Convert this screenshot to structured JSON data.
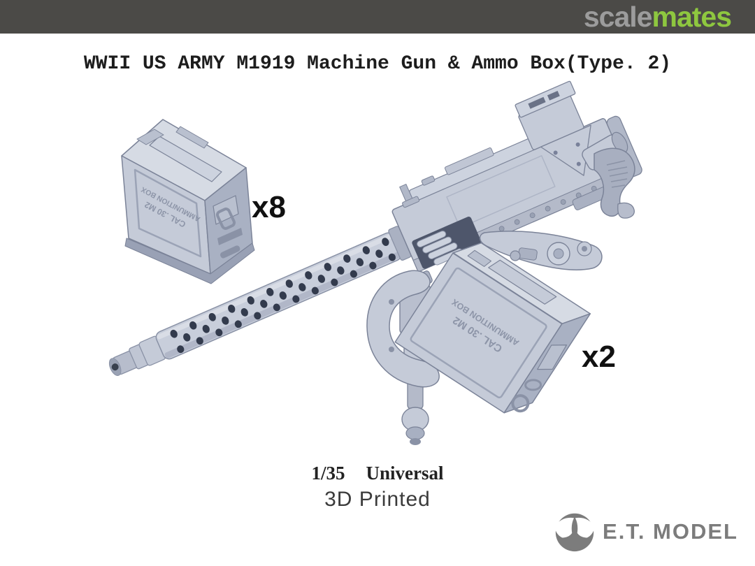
{
  "header": {
    "logo_scale": "scale",
    "logo_mates": "mates"
  },
  "title": "WWII US ARMY M1919 Machine Gun & Ammo Box(Type. 2)",
  "figure": {
    "subject": "3D render of WWII US ARMY M1919 machine gun on pintle mount with ammo boxes",
    "ammo_box_small_qty": "x8",
    "ammo_box_mounted_qty": "x2",
    "embossed_line1": "CAL .30 M2",
    "embossed_line2": "AMMUNITION BOX"
  },
  "footer": {
    "scale": "1/35",
    "fit": "Universal",
    "print_method": "3D Printed",
    "brand": "E.T. MODEL"
  },
  "colors": {
    "top_bar": "#4b4a47",
    "logo_scale_gray": "#9c9c9c",
    "logo_mates_green": "#8ec73f",
    "title_black": "#1d1d1d",
    "render_base": "#c5cbd8",
    "render_light": "#d6dbe4",
    "render_mid": "#aab1c2",
    "render_dark": "#8a92a6",
    "render_hole": "#333b4d",
    "maker_gray": "#7c7c7c"
  }
}
